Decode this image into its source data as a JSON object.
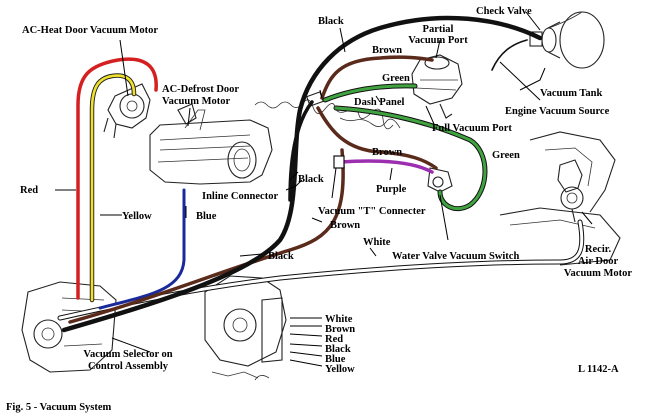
{
  "labels": {
    "ac_heat_door_motor": [
      "AC-Heat Door Vacuum Motor"
    ],
    "ac_defrost_door_motor": [
      "AC-Defrost Door",
      "Vacuum Motor"
    ],
    "black_top": [
      "Black"
    ],
    "partial_vacuum_port": [
      "Partial",
      "Vacuum Port"
    ],
    "check_valve": [
      "Check Valve"
    ],
    "brown_top": [
      "Brown"
    ],
    "green_top": [
      "Green"
    ],
    "dash_panel": [
      "Dash Panel"
    ],
    "full_vacuum_port": [
      "Full Vacuum Port"
    ],
    "vacuum_tank": [
      "Vacuum Tank"
    ],
    "engine_vacuum_source": [
      "Engine Vacuum Source"
    ],
    "brown_mid": [
      "Brown"
    ],
    "green_right": [
      "Green"
    ],
    "red_left": [
      "Red"
    ],
    "black_mid": [
      "Black"
    ],
    "purple": [
      "Purple"
    ],
    "inline_connector": [
      "Inline Connector"
    ],
    "yellow_left": [
      "Yellow"
    ],
    "blue": [
      "Blue"
    ],
    "vacuum_t_connector": [
      "Vacuum \"T\" Connecter"
    ],
    "brown_low": [
      "Brown"
    ],
    "white_mid": [
      "White"
    ],
    "black_low": [
      "Black"
    ],
    "water_valve_switch": [
      "Water Valve Vacuum Switch"
    ],
    "recirc_motor": [
      "Recir.",
      "Air Door",
      "Vacuum Motor"
    ],
    "selector": [
      "Vacuum Selector on",
      "Control Assembly"
    ],
    "legend_white": [
      "White"
    ],
    "legend_brown": [
      "Brown"
    ],
    "legend_red": [
      "Red"
    ],
    "legend_black": [
      "Black"
    ],
    "legend_blue": [
      "Blue"
    ],
    "legend_yellow": [
      "Yellow"
    ],
    "figure_code": [
      "L 1142-A"
    ],
    "caption": [
      "Fig. 5 - Vacuum System"
    ]
  },
  "colors": {
    "black": "#111111",
    "brown": "#5a2a1a",
    "green": "#2f8f2f",
    "purple": "#9b2fb0",
    "red": "#d42020",
    "yellow": "#efe02a",
    "blue": "#1a2a9a",
    "white_hose": "#ffffff"
  }
}
